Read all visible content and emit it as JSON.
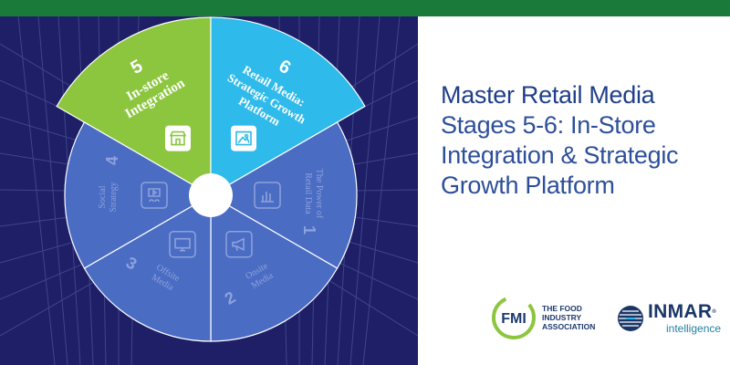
{
  "colors": {
    "top_bar": "#1a7a3a",
    "background_navy": "#1e1f66",
    "wheel_blue": "#4a6cc3",
    "stage5_green": "#8cc63f",
    "stage6_cyan": "#2ebaea",
    "headline": "#1f3f8a",
    "fmi_green": "#8cc63f",
    "inmar_navy": "#1a3668"
  },
  "wheel": {
    "stages": [
      {
        "number": "5",
        "line1": "In-store",
        "line2": "Integration",
        "line3": "",
        "icon": "storefront-icon",
        "highlight": true
      },
      {
        "number": "6",
        "line1": "Retail Media:",
        "line2": "Strategic Growth",
        "line3": "Platform",
        "icon": "image-frame-icon",
        "highlight": true
      },
      {
        "number": "1",
        "line1": "The Power of",
        "line2": "Retail Data",
        "line3": "",
        "icon": "bar-chart-icon",
        "highlight": false
      },
      {
        "number": "2",
        "line1": "Onsite",
        "line2": "Media",
        "line3": "",
        "icon": "megaphone-icon",
        "highlight": false
      },
      {
        "number": "3",
        "line1": "Offsite",
        "line2": "Media",
        "line3": "",
        "icon": "monitor-icon",
        "highlight": false
      },
      {
        "number": "4",
        "line1": "Social",
        "line2": "Strategy",
        "line3": "",
        "icon": "video-people-icon",
        "highlight": false
      }
    ]
  },
  "headline": {
    "line1": "Master Retail Media",
    "line2": "Stages 5-6: In-Store",
    "line3": "Integration & Strategic",
    "line4": "Growth Platform"
  },
  "logos": {
    "fmi": {
      "badge": "FMI",
      "line1": "THE FOOD",
      "line2": "INDUSTRY",
      "line3": "ASSOCIATION"
    },
    "inmar": {
      "name": "INMAR",
      "mark": "®",
      "sub": "intelligence"
    }
  }
}
